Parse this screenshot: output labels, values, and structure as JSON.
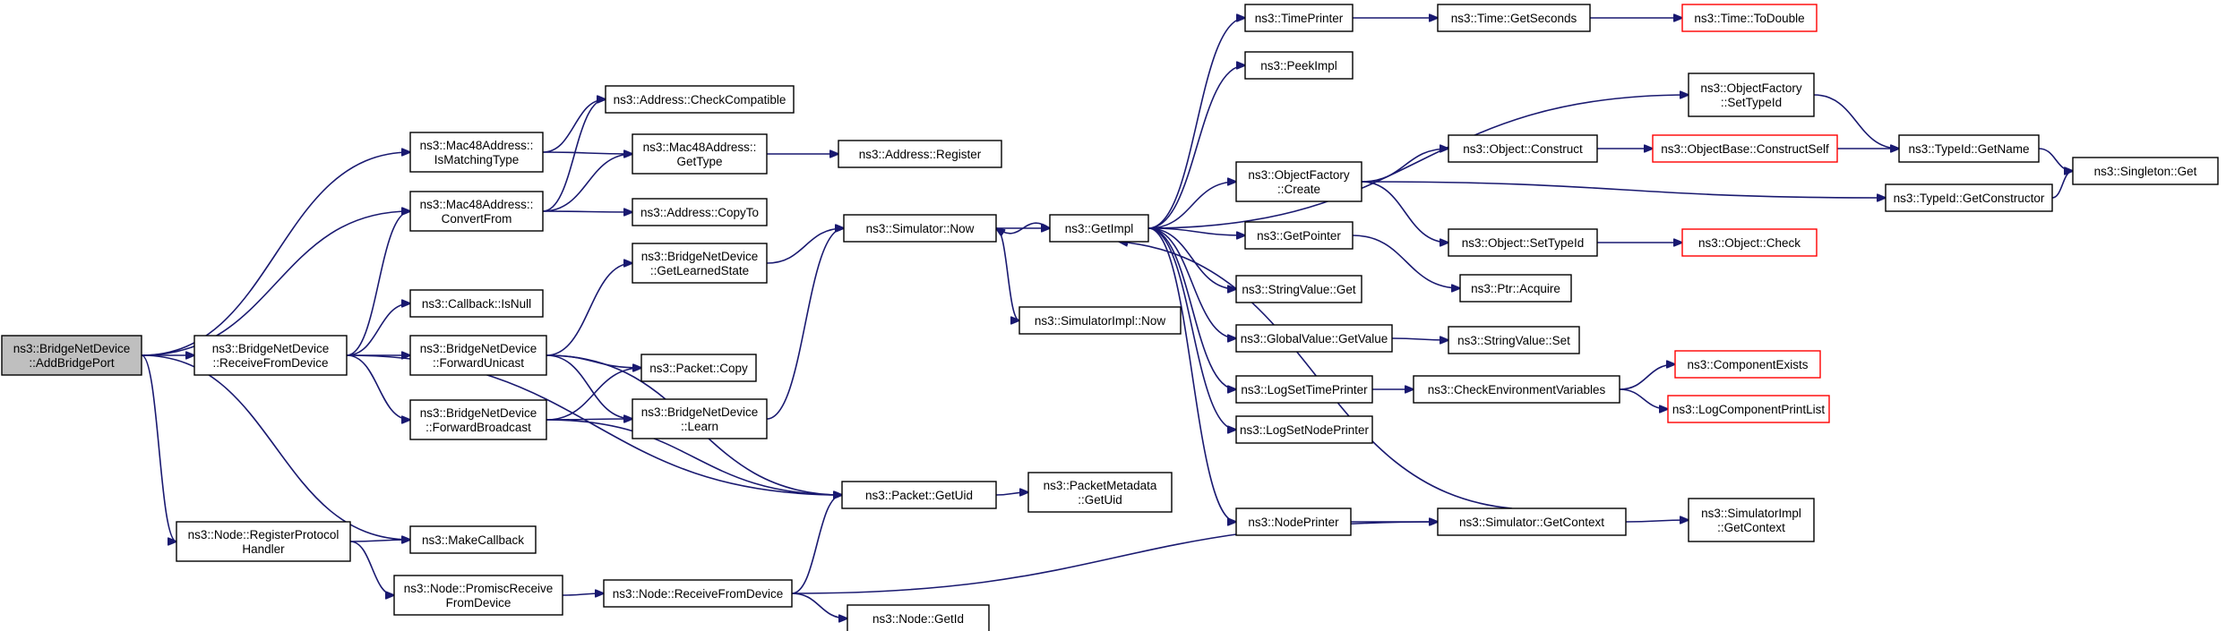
{
  "nodes": [
    {
      "id": "n0",
      "lines": [
        "ns3::BridgeNetDevice",
        "::AddBridgePort"
      ],
      "style": "root"
    },
    {
      "id": "n1",
      "lines": [
        "ns3::BridgeNetDevice",
        "::ReceiveFromDevice"
      ]
    },
    {
      "id": "n2",
      "lines": [
        "ns3::Mac48Address::",
        "IsMatchingType"
      ]
    },
    {
      "id": "n3",
      "lines": [
        "ns3::Mac48Address::",
        "ConvertFrom"
      ]
    },
    {
      "id": "n4",
      "lines": [
        "ns3::Node::RegisterProtocol",
        "Handler"
      ]
    },
    {
      "id": "n5",
      "lines": [
        "ns3::Callback::IsNull"
      ]
    },
    {
      "id": "n6",
      "lines": [
        "ns3::BridgeNetDevice",
        "::ForwardUnicast"
      ]
    },
    {
      "id": "n7",
      "lines": [
        "ns3::BridgeNetDevice",
        "::ForwardBroadcast"
      ]
    },
    {
      "id": "n8",
      "lines": [
        "ns3::MakeCallback"
      ]
    },
    {
      "id": "n9",
      "lines": [
        "ns3::Node::PromiscReceive",
        "FromDevice"
      ]
    },
    {
      "id": "n10",
      "lines": [
        "ns3::Address::CheckCompatible"
      ]
    },
    {
      "id": "n11",
      "lines": [
        "ns3::Mac48Address::",
        "GetType"
      ]
    },
    {
      "id": "n12",
      "lines": [
        "ns3::Address::CopyTo"
      ]
    },
    {
      "id": "n13",
      "lines": [
        "ns3::BridgeNetDevice",
        "::GetLearnedState"
      ]
    },
    {
      "id": "n14",
      "lines": [
        "ns3::Packet::Copy"
      ]
    },
    {
      "id": "n15",
      "lines": [
        "ns3::BridgeNetDevice",
        "::Learn"
      ]
    },
    {
      "id": "n16",
      "lines": [
        "ns3::Node::ReceiveFromDevice"
      ]
    },
    {
      "id": "n17",
      "lines": [
        "ns3::Address::Register"
      ]
    },
    {
      "id": "n18",
      "lines": [
        "ns3::Simulator::Now"
      ]
    },
    {
      "id": "n19",
      "lines": [
        "ns3::Packet::GetUid"
      ]
    },
    {
      "id": "n20",
      "lines": [
        "ns3::Node::GetId"
      ]
    },
    {
      "id": "n21",
      "lines": [
        "ns3::GetImpl"
      ]
    },
    {
      "id": "n22",
      "lines": [
        "ns3::SimulatorImpl::Now"
      ]
    },
    {
      "id": "n23",
      "lines": [
        "ns3::PacketMetadata",
        "::GetUid"
      ]
    },
    {
      "id": "n24",
      "lines": [
        "ns3::TimePrinter"
      ]
    },
    {
      "id": "n25",
      "lines": [
        "ns3::PeekImpl"
      ]
    },
    {
      "id": "n26",
      "lines": [
        "ns3::ObjectFactory",
        "::Create"
      ]
    },
    {
      "id": "n27",
      "lines": [
        "ns3::GetPointer"
      ]
    },
    {
      "id": "n28",
      "lines": [
        "ns3::StringValue::Get"
      ]
    },
    {
      "id": "n29",
      "lines": [
        "ns3::GlobalValue::GetValue"
      ]
    },
    {
      "id": "n30",
      "lines": [
        "ns3::LogSetTimePrinter"
      ]
    },
    {
      "id": "n31",
      "lines": [
        "ns3::LogSetNodePrinter"
      ]
    },
    {
      "id": "n32",
      "lines": [
        "ns3::NodePrinter"
      ]
    },
    {
      "id": "n33",
      "lines": [
        "ns3::Simulator::GetContext"
      ]
    },
    {
      "id": "n34",
      "lines": [
        "ns3::Time::GetSeconds"
      ]
    },
    {
      "id": "n35",
      "lines": [
        "ns3::Object::Construct"
      ]
    },
    {
      "id": "n36",
      "lines": [
        "ns3::Object::SetTypeId"
      ]
    },
    {
      "id": "n37",
      "lines": [
        "ns3::Ptr::Acquire"
      ]
    },
    {
      "id": "n38",
      "lines": [
        "ns3::StringValue::Set"
      ]
    },
    {
      "id": "n39",
      "lines": [
        "ns3::CheckEnvironmentVariables"
      ]
    },
    {
      "id": "n40",
      "lines": [
        "ns3::Time::ToDouble"
      ],
      "style": "red"
    },
    {
      "id": "n41",
      "lines": [
        "ns3::ObjectFactory",
        "::SetTypeId"
      ]
    },
    {
      "id": "n42",
      "lines": [
        "ns3::ObjectBase::ConstructSelf"
      ],
      "style": "red"
    },
    {
      "id": "n43",
      "lines": [
        "ns3::TypeId::GetConstructor"
      ]
    },
    {
      "id": "n44",
      "lines": [
        "ns3::Object::Check"
      ],
      "style": "red"
    },
    {
      "id": "n45",
      "lines": [
        "ns3::ComponentExists"
      ],
      "style": "red"
    },
    {
      "id": "n46",
      "lines": [
        "ns3::LogComponentPrintList"
      ],
      "style": "red"
    },
    {
      "id": "n47",
      "lines": [
        "ns3::SimulatorImpl",
        "::GetContext"
      ]
    },
    {
      "id": "n48",
      "lines": [
        "ns3::TypeId::GetName"
      ]
    },
    {
      "id": "n49",
      "lines": [
        "ns3::Singleton::Get"
      ]
    }
  ],
  "edges": [
    [
      "n0",
      "n1"
    ],
    [
      "n0",
      "n2"
    ],
    [
      "n0",
      "n3"
    ],
    [
      "n0",
      "n4"
    ],
    [
      "n0",
      "n8"
    ],
    [
      "n1",
      "n3"
    ],
    [
      "n1",
      "n5"
    ],
    [
      "n1",
      "n6"
    ],
    [
      "n1",
      "n7"
    ],
    [
      "n1",
      "n19"
    ],
    [
      "n2",
      "n10"
    ],
    [
      "n2",
      "n11"
    ],
    [
      "n3",
      "n10"
    ],
    [
      "n3",
      "n11"
    ],
    [
      "n3",
      "n12"
    ],
    [
      "n11",
      "n17"
    ],
    [
      "n4",
      "n8"
    ],
    [
      "n4",
      "n9"
    ],
    [
      "n6",
      "n13"
    ],
    [
      "n6",
      "n14"
    ],
    [
      "n6",
      "n15"
    ],
    [
      "n6",
      "n19"
    ],
    [
      "n7",
      "n14"
    ],
    [
      "n7",
      "n15"
    ],
    [
      "n7",
      "n19"
    ],
    [
      "n9",
      "n16"
    ],
    [
      "n13",
      "n18"
    ],
    [
      "n15",
      "n18"
    ],
    [
      "n16",
      "n19"
    ],
    [
      "n16",
      "n20"
    ],
    [
      "n16",
      "n33"
    ],
    [
      "n18",
      "n21"
    ],
    [
      "n18",
      "n22"
    ],
    [
      "n19",
      "n23"
    ],
    [
      "n21",
      "n18"
    ],
    [
      "n21",
      "n24"
    ],
    [
      "n21",
      "n25"
    ],
    [
      "n21",
      "n26"
    ],
    [
      "n21",
      "n27"
    ],
    [
      "n21",
      "n28"
    ],
    [
      "n21",
      "n29"
    ],
    [
      "n21",
      "n30"
    ],
    [
      "n21",
      "n31"
    ],
    [
      "n21",
      "n32"
    ],
    [
      "n21",
      "n41"
    ],
    [
      "n24",
      "n34"
    ],
    [
      "n34",
      "n40"
    ],
    [
      "n26",
      "n35"
    ],
    [
      "n26",
      "n36"
    ],
    [
      "n26",
      "n43"
    ],
    [
      "n35",
      "n42"
    ],
    [
      "n42",
      "n48"
    ],
    [
      "n36",
      "n44"
    ],
    [
      "n27",
      "n37"
    ],
    [
      "n29",
      "n38"
    ],
    [
      "n30",
      "n39"
    ],
    [
      "n39",
      "n45"
    ],
    [
      "n39",
      "n46"
    ],
    [
      "n32",
      "n33"
    ],
    [
      "n33",
      "n21"
    ],
    [
      "n33",
      "n47"
    ],
    [
      "n41",
      "n48"
    ],
    [
      "n48",
      "n49"
    ],
    [
      "n43",
      "n49"
    ]
  ]
}
